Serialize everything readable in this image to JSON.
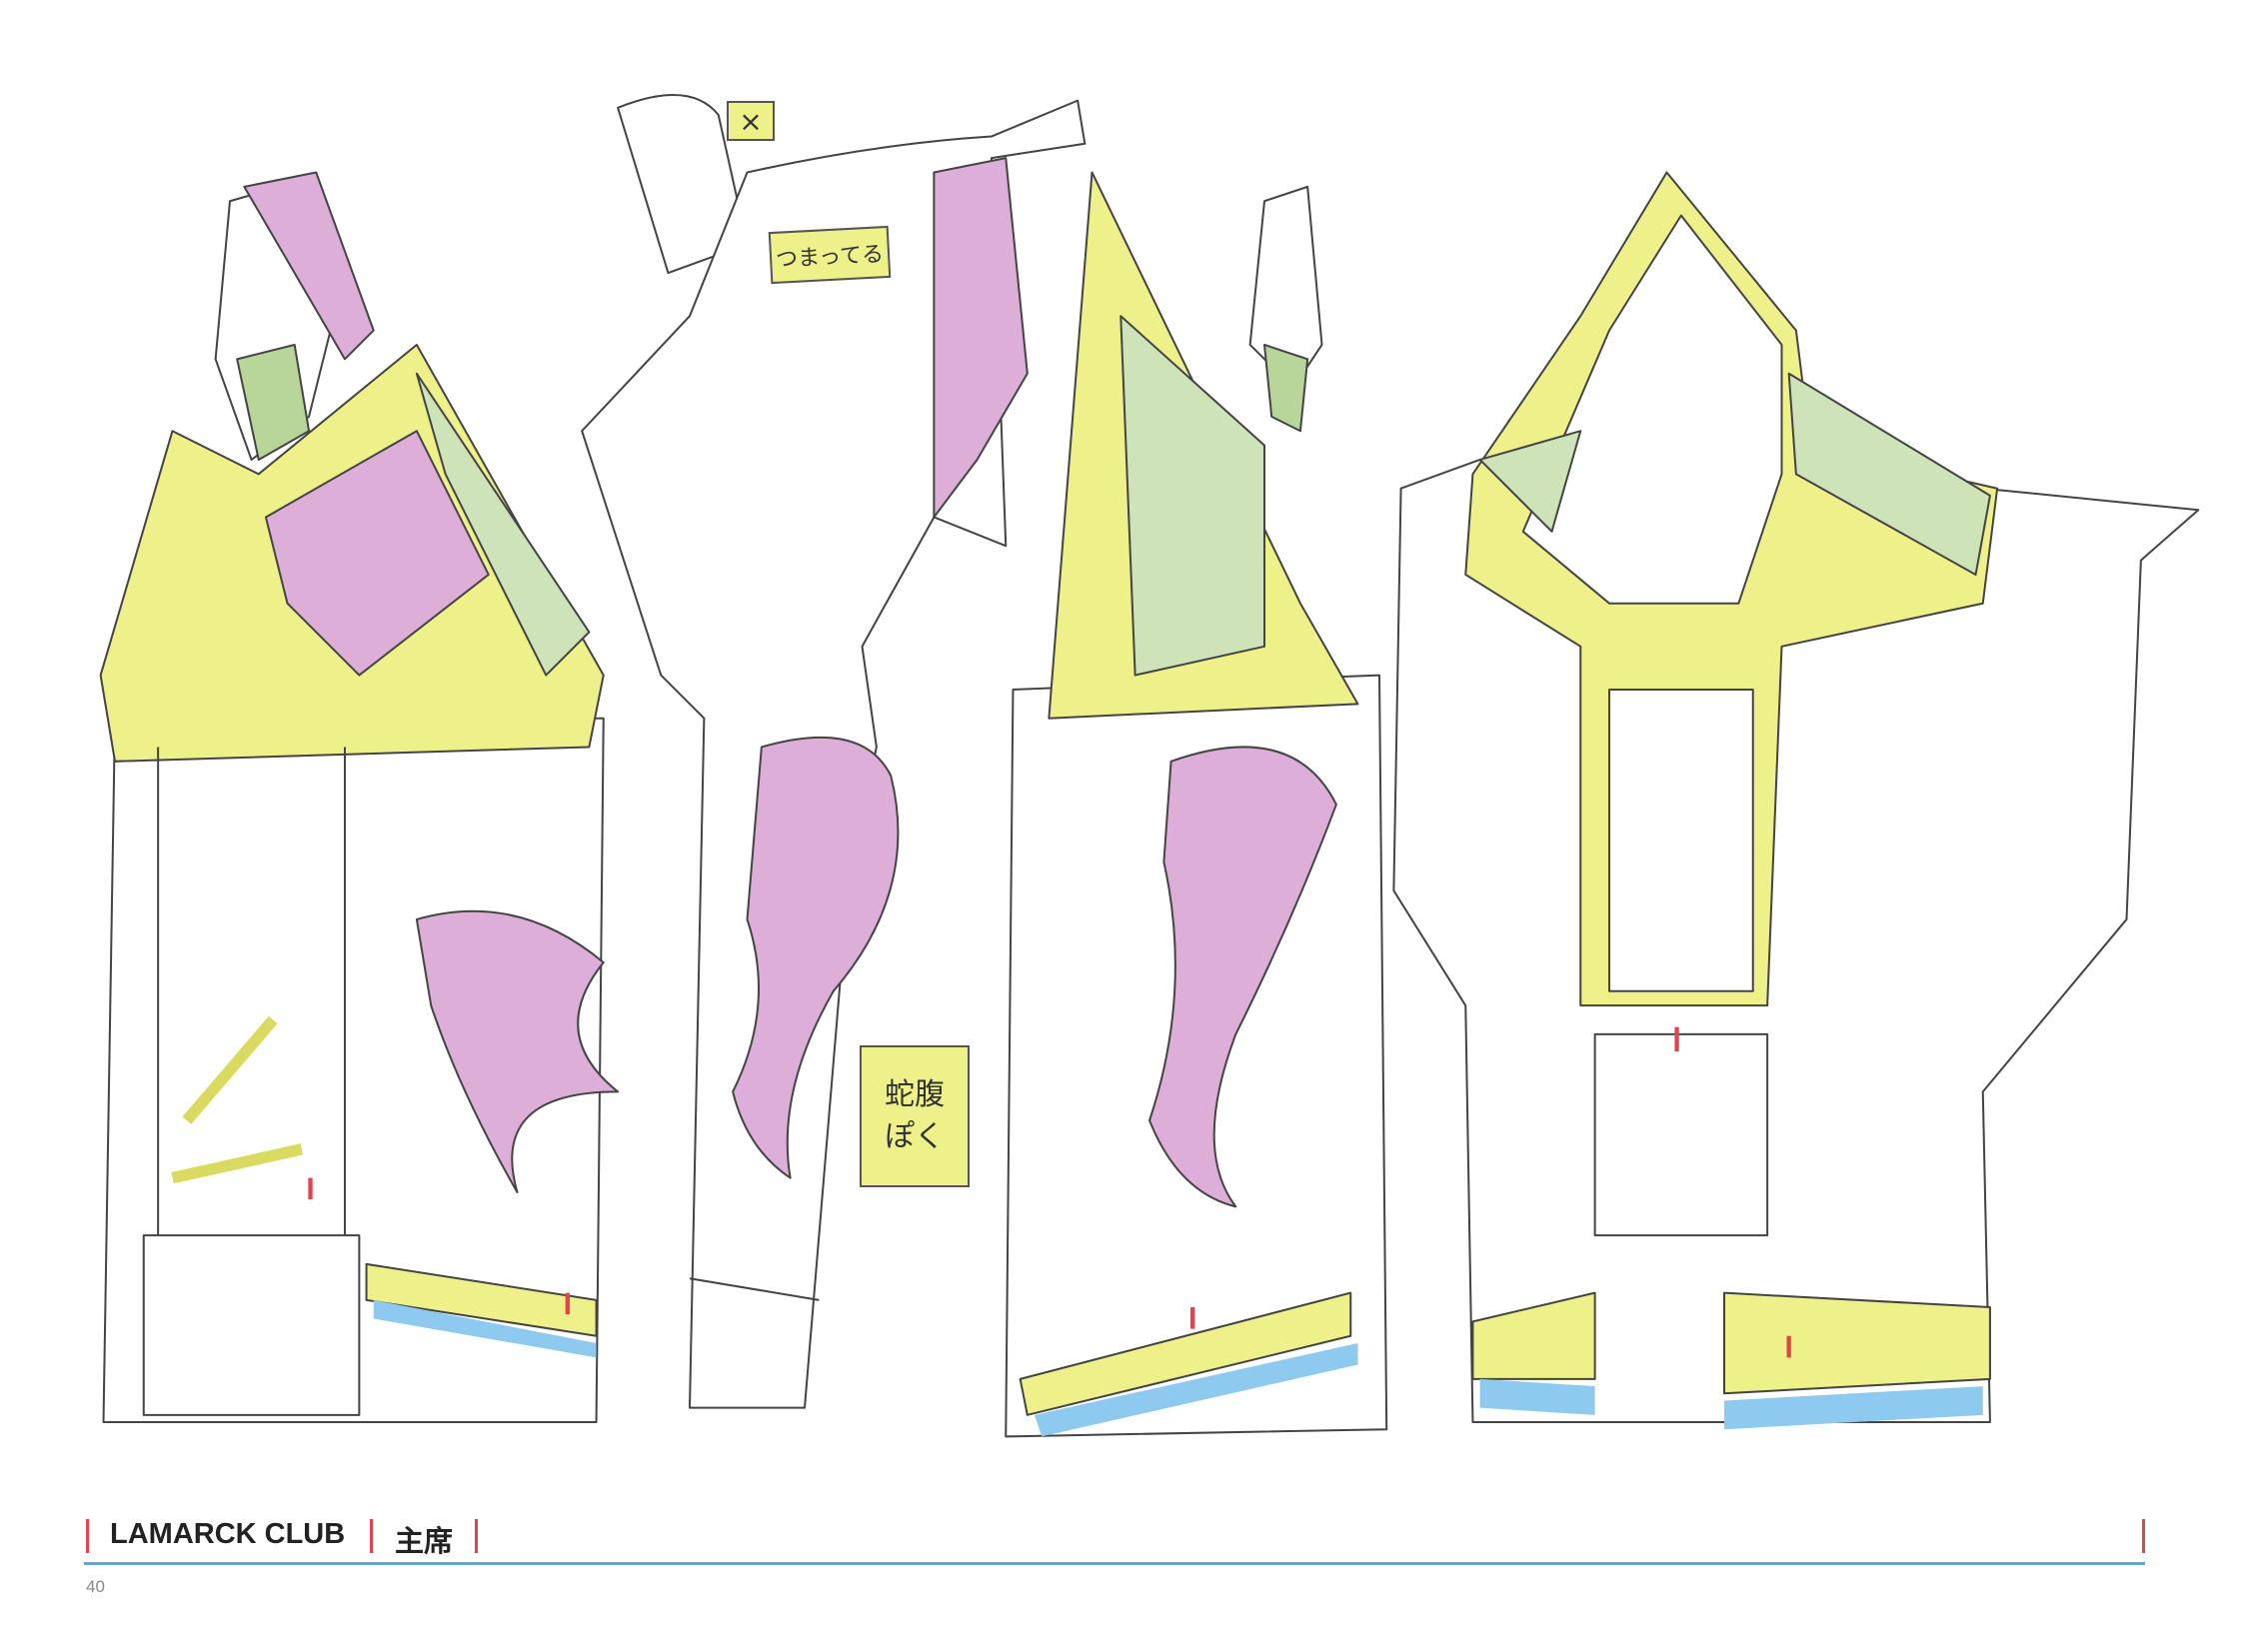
{
  "caption": {
    "title": "LAMARCK CLUB",
    "role": "主席",
    "page_number": "40"
  },
  "notes": {
    "x_mark": "×",
    "tsumatteru": "つまってる",
    "jabara_line1": "蛇腹",
    "jabara_line2": "ぽく"
  },
  "colors": {
    "trim_yellow": "#eef08a",
    "skin_pink": "#dcaed8",
    "pattern_green": "#cfe3b8",
    "shadow_blue": "#8ec9ef",
    "accent_red": "#e8414a",
    "rule_blue": "#4aaee6"
  }
}
